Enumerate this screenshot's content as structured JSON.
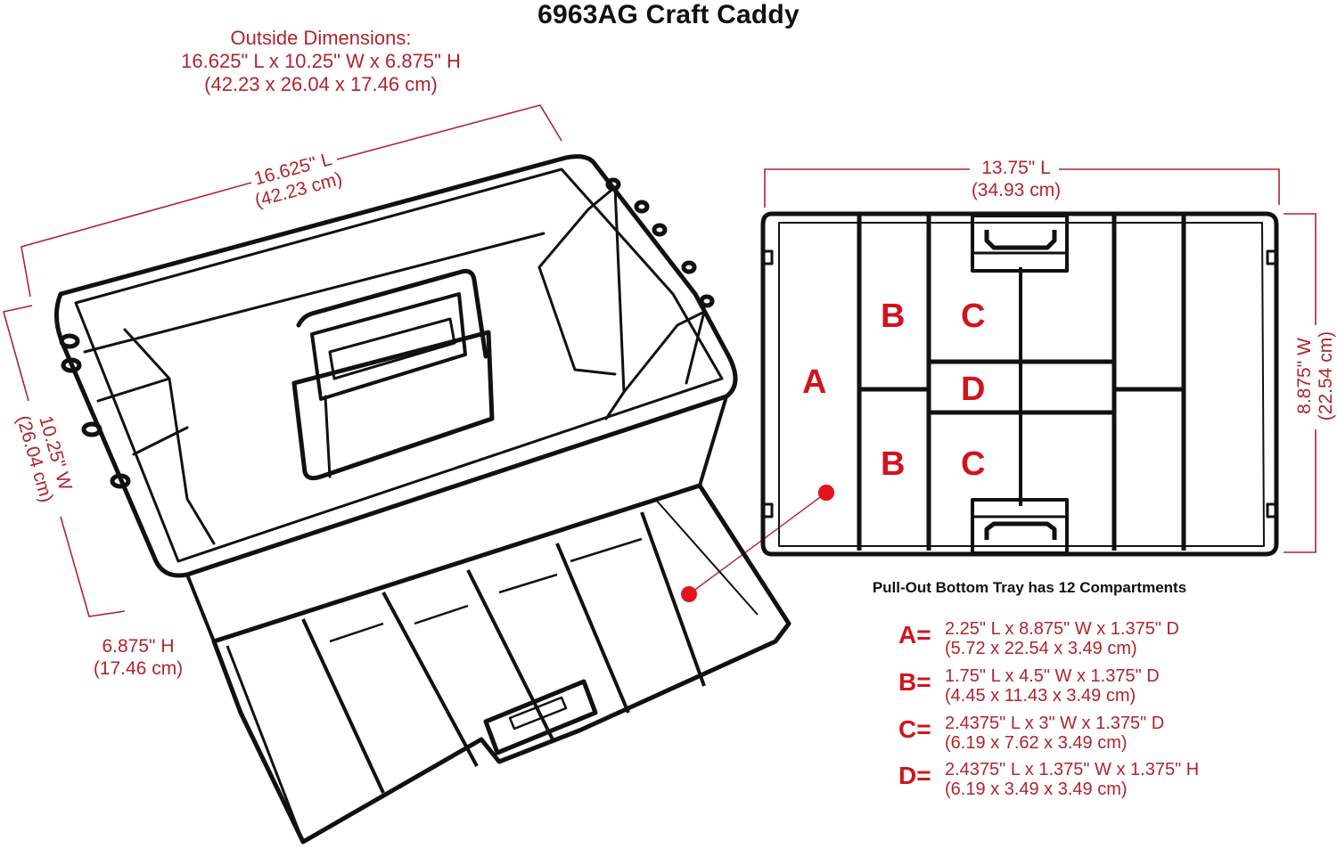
{
  "title": "6963AG Craft Caddy",
  "outside_dimensions": {
    "heading": "Outside Dimensions:",
    "imperial": "16.625\" L x 10.25\" W x 6.875\" H",
    "metric": "(42.23 x 26.04 x 17.46 cm)"
  },
  "caddy_callouts": {
    "length": {
      "imperial": "16.625\" L",
      "metric": "(42.23 cm)"
    },
    "width": {
      "imperial": "10.25\" W",
      "metric": "(26.04 cm)"
    },
    "height": {
      "imperial": "6.875\" H",
      "metric": "(17.46 cm)"
    }
  },
  "tray_callouts": {
    "length": {
      "imperial": "13.75\" L",
      "metric": "(34.93 cm)"
    },
    "width": {
      "imperial": "8.875\" W",
      "metric": "(22.54 cm)"
    }
  },
  "tray_compartment_labels": {
    "a": "A",
    "b_top": "B",
    "b_bottom": "B",
    "c_top": "C",
    "c_bottom": "C",
    "d": "D"
  },
  "tray_caption": "Pull-Out Bottom Tray has 12 Compartments",
  "compartment_specs": [
    {
      "letter": "A=",
      "imperial": "2.25\" L x 8.875\" W x 1.375\" D",
      "metric": "(5.72 x 22.54 x 3.49 cm)"
    },
    {
      "letter": "B=",
      "imperial": "1.75\" L x 4.5\" W x 1.375\" D",
      "metric": "(4.45 x 11.43 x 3.49 cm)"
    },
    {
      "letter": "C=",
      "imperial": "2.4375\" L x 3\" W x 1.375\" D",
      "metric": "(6.19 x 7.62 x 3.49 cm)"
    },
    {
      "letter": "D=",
      "imperial": "2.4375\" L x 1.375\" W x 1.375\" H",
      "metric": "(6.19 x 3.49 x 3.49 cm)"
    }
  ],
  "colors": {
    "dimension_red": "#b0242c",
    "label_red": "#d0141e",
    "outline": "#111111",
    "background": "#ffffff"
  }
}
